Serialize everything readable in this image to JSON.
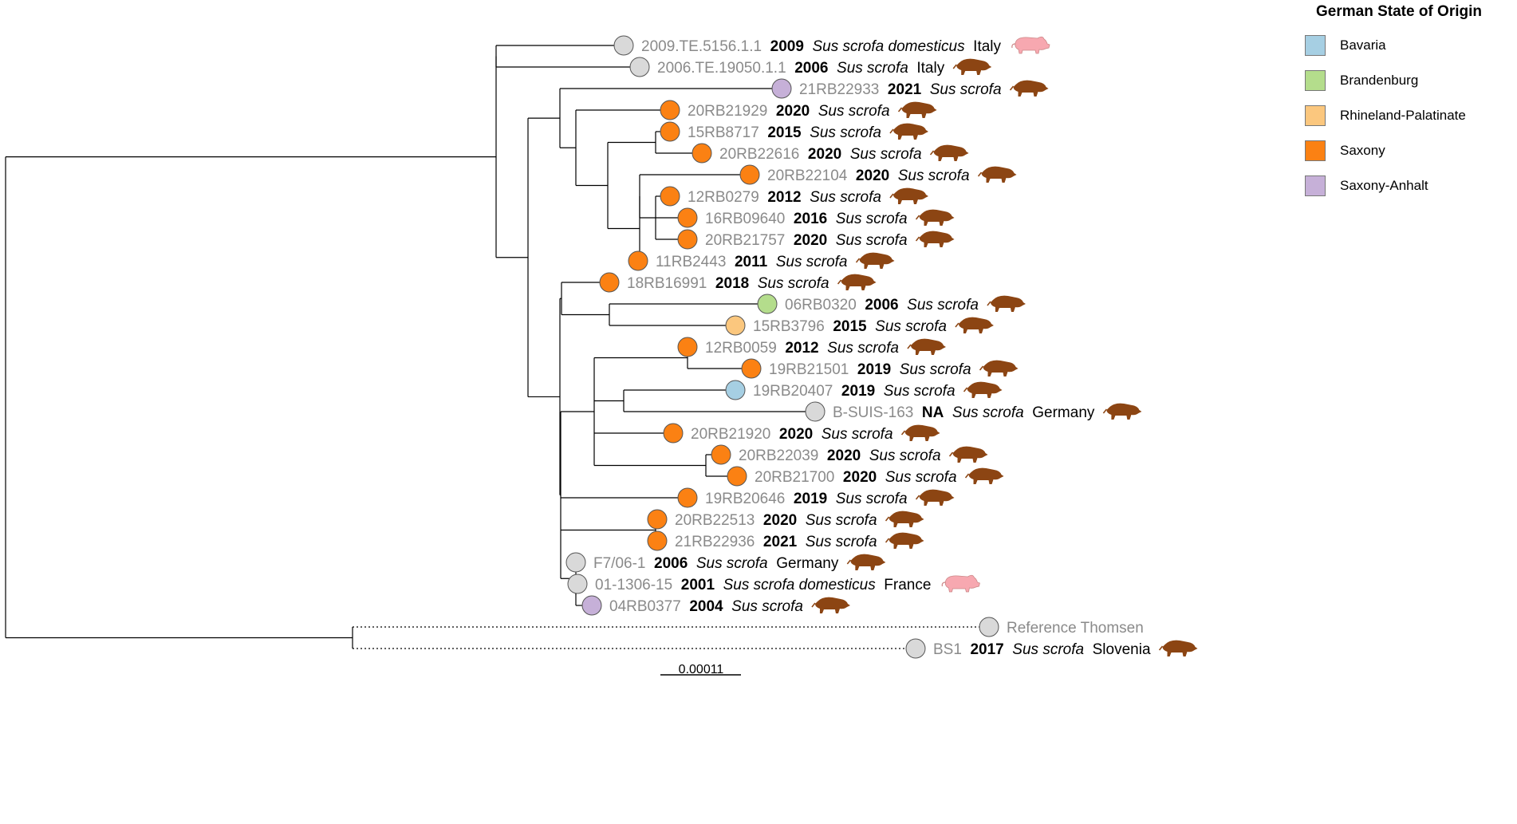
{
  "legend": {
    "title": "German State of Origin",
    "items": [
      {
        "label": "Bavaria",
        "color": "#a6cfe3"
      },
      {
        "label": "Brandenburg",
        "color": "#b4dd8c"
      },
      {
        "label": "Rhineland-Palatinate",
        "color": "#fbc77e"
      },
      {
        "label": "Saxony",
        "color": "#fb8113"
      },
      {
        "label": "Saxony-Anhalt",
        "color": "#c6b0d8"
      }
    ]
  },
  "node_colors": {
    "none": "#d9d9d9",
    "Bavaria": "#a6cfe3",
    "Brandenburg": "#b4dd8c",
    "Rhineland-Palatinate": "#fbc77e",
    "Saxony": "#fb8113",
    "Saxony-Anhalt": "#c6b0d8"
  },
  "host_icon_colors": {
    "wild-boar": "#8c4513",
    "domestic-pig": "#f7a8b0"
  },
  "scale_bar": {
    "label": "0.00011"
  },
  "tree": {
    "n": "root",
    "c": [
      {
        "n": "A",
        "c": [
          {
            "n": "A1",
            "c": [
              {
                "n": "A1a",
                "c": [
                  {
                    "id": "2009.TE.5156.1.1",
                    "year": "2009",
                    "species": "Sus scrofa domesticus",
                    "country": "Italy",
                    "state": null,
                    "host": "domestic-pig"
                  },
                  {
                    "id": "2006.TE.19050.1.1",
                    "year": "2006",
                    "species": "Sus scrofa",
                    "country": "Italy",
                    "state": null,
                    "host": "wild-boar"
                  }
                ]
              },
              {
                "n": "B",
                "c": [
                  {
                    "n": "B1",
                    "c": [
                      {
                        "id": "21RB22933",
                        "year": "2021",
                        "species": "Sus scrofa",
                        "state": "Saxony-Anhalt",
                        "host": "wild-boar"
                      },
                      {
                        "n": "B1b",
                        "c": [
                          {
                            "id": "20RB21929",
                            "year": "2020",
                            "species": "Sus scrofa",
                            "state": "Saxony",
                            "host": "wild-boar"
                          },
                          {
                            "n": "B1c",
                            "c": [
                              {
                                "n": "B1d",
                                "c": [
                                  {
                                    "id": "15RB8717",
                                    "year": "2015",
                                    "species": "Sus scrofa",
                                    "state": "Saxony",
                                    "host": "wild-boar"
                                  },
                                  {
                                    "id": "20RB22616",
                                    "year": "2020",
                                    "species": "Sus scrofa",
                                    "state": "Saxony",
                                    "host": "wild-boar"
                                  }
                                ]
                              },
                              {
                                "n": "B1e",
                                "c": [
                                  {
                                    "n": "B1f",
                                    "c": [
                                      {
                                        "id": "20RB22104",
                                        "year": "2020",
                                        "species": "Sus scrofa",
                                        "state": "Saxony",
                                        "host": "wild-boar"
                                      },
                                      {
                                        "n": "B1g",
                                        "c": [
                                          {
                                            "id": "12RB0279",
                                            "year": "2012",
                                            "species": "Sus scrofa",
                                            "state": "Saxony",
                                            "host": "wild-boar"
                                          },
                                          {
                                            "id": "16RB09640",
                                            "year": "2016",
                                            "species": "Sus scrofa",
                                            "state": "Saxony",
                                            "host": "wild-boar"
                                          },
                                          {
                                            "id": "20RB21757",
                                            "year": "2020",
                                            "species": "Sus scrofa",
                                            "state": "Saxony",
                                            "host": "wild-boar"
                                          }
                                        ]
                                      }
                                    ]
                                  },
                                  {
                                    "id": "11RB2443",
                                    "year": "2011",
                                    "species": "Sus scrofa",
                                    "state": "Saxony",
                                    "host": "wild-boar"
                                  }
                                ]
                              }
                            ]
                          }
                        ]
                      }
                    ]
                  },
                  {
                    "n": "B2",
                    "c": [
                      {
                        "n": "C",
                        "c": [
                          {
                            "id": "18RB16991",
                            "year": "2018",
                            "species": "Sus scrofa",
                            "state": "Saxony",
                            "host": "wild-boar"
                          },
                          {
                            "n": "C1",
                            "c": [
                              {
                                "id": "06RB0320",
                                "year": "2006",
                                "species": "Sus scrofa",
                                "state": "Brandenburg",
                                "host": "wild-boar"
                              },
                              {
                                "id": "15RB3796",
                                "year": "2015",
                                "species": "Sus scrofa",
                                "state": "Rhineland-Palatinate",
                                "host": "wild-boar"
                              }
                            ]
                          }
                        ]
                      },
                      {
                        "n": "D",
                        "c": [
                          {
                            "n": "D1",
                            "c": [
                              {
                                "n": "D2",
                                "c": [
                                  {
                                    "id": "12RB0059",
                                    "year": "2012",
                                    "species": "Sus scrofa",
                                    "state": "Saxony",
                                    "host": "wild-boar"
                                  },
                                  {
                                    "id": "19RB21501",
                                    "year": "2019",
                                    "species": "Sus scrofa",
                                    "state": "Saxony",
                                    "host": "wild-boar"
                                  }
                                ]
                              },
                              {
                                "n": "D3",
                                "c": [
                                  {
                                    "id": "19RB20407",
                                    "year": "2019",
                                    "species": "Sus scrofa",
                                    "state": "Bavaria",
                                    "host": "wild-boar"
                                  },
                                  {
                                    "id": "B-SUIS-163",
                                    "year": "NA",
                                    "species": "Sus scrofa",
                                    "country": "Germany",
                                    "state": null,
                                    "host": "wild-boar"
                                  }
                                ]
                              },
                              {
                                "id": "20RB21920",
                                "year": "2020",
                                "species": "Sus scrofa",
                                "state": "Saxony",
                                "host": "wild-boar"
                              },
                              {
                                "n": "D4",
                                "c": [
                                  {
                                    "id": "20RB22039",
                                    "year": "2020",
                                    "species": "Sus scrofa",
                                    "state": "Saxony",
                                    "host": "wild-boar"
                                  },
                                  {
                                    "id": "20RB21700",
                                    "year": "2020",
                                    "species": "Sus scrofa",
                                    "state": "Saxony",
                                    "host": "wild-boar"
                                  }
                                ]
                              }
                            ]
                          },
                          {
                            "id": "19RB20646",
                            "year": "2019",
                            "species": "Sus scrofa",
                            "state": "Saxony",
                            "host": "wild-boar"
                          },
                          {
                            "n": "D5",
                            "c": [
                              {
                                "id": "20RB22513",
                                "year": "2020",
                                "species": "Sus scrofa",
                                "state": "Saxony",
                                "host": "wild-boar"
                              },
                              {
                                "id": "21RB22936",
                                "year": "2021",
                                "species": "Sus scrofa",
                                "state": "Saxony",
                                "host": "wild-boar"
                              }
                            ]
                          },
                          {
                            "n": "E",
                            "c": [
                              {
                                "id": "F7/06-1",
                                "year": "2006",
                                "species": "Sus scrofa",
                                "country": "Germany",
                                "state": null,
                                "host": "wild-boar"
                              },
                              {
                                "n": "E1",
                                "c": [
                                  {
                                    "id": "01-1306-15",
                                    "year": "2001",
                                    "species": "Sus scrofa domesticus",
                                    "country": "France",
                                    "state": null,
                                    "host": "domestic-pig"
                                  },
                                  {
                                    "id": "04RB0377",
                                    "year": "2004",
                                    "species": "Sus scrofa",
                                    "state": "Saxony-Anhalt",
                                    "host": "wild-boar"
                                  }
                                ]
                              }
                            ]
                          }
                        ]
                      }
                    ]
                  }
                ]
              }
            ]
          }
        ]
      },
      {
        "n": "R",
        "dotted": true,
        "c": [
          {
            "id": "Reference Thomsen",
            "state": null
          },
          {
            "id": "BS1",
            "year": "2017",
            "species": "Sus scrofa",
            "country": "Slovenia",
            "state": null,
            "host": "wild-boar"
          }
        ]
      }
    ]
  }
}
